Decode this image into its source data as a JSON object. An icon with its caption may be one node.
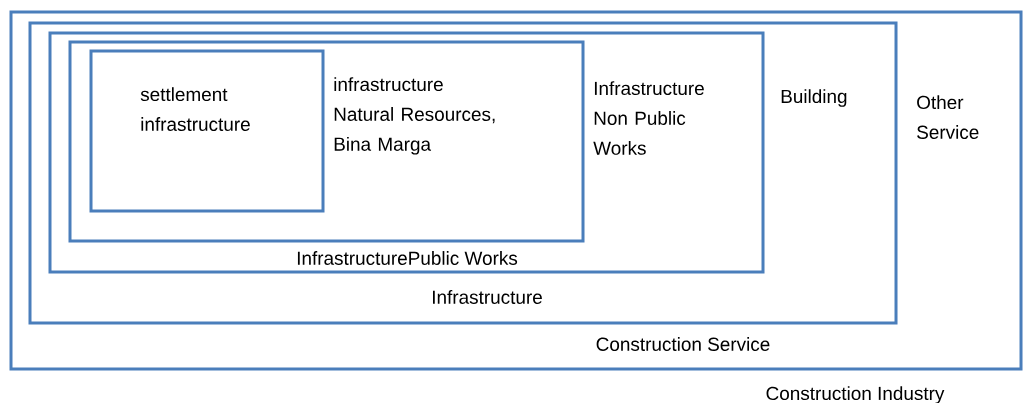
{
  "diagram": {
    "nodes": [
      {
        "text": [
          "Other Service",
          "Construction Industry"
        ]
      },
      {
        "text": [
          "Building",
          "Construction Service"
        ],
        "in": 0
      },
      {
        "text": [
          "Infrastructure Non Public Works",
          "Infrastructure"
        ],
        "in": 1
      },
      {
        "text": [
          "infrastructure Natural Resources, Bina Marga",
          "InfrastructurePublic Works"
        ],
        "in": 2
      },
      {
        "text": [
          "settlement infrastructure"
        ],
        "in": 3
      }
    ]
  }
}
